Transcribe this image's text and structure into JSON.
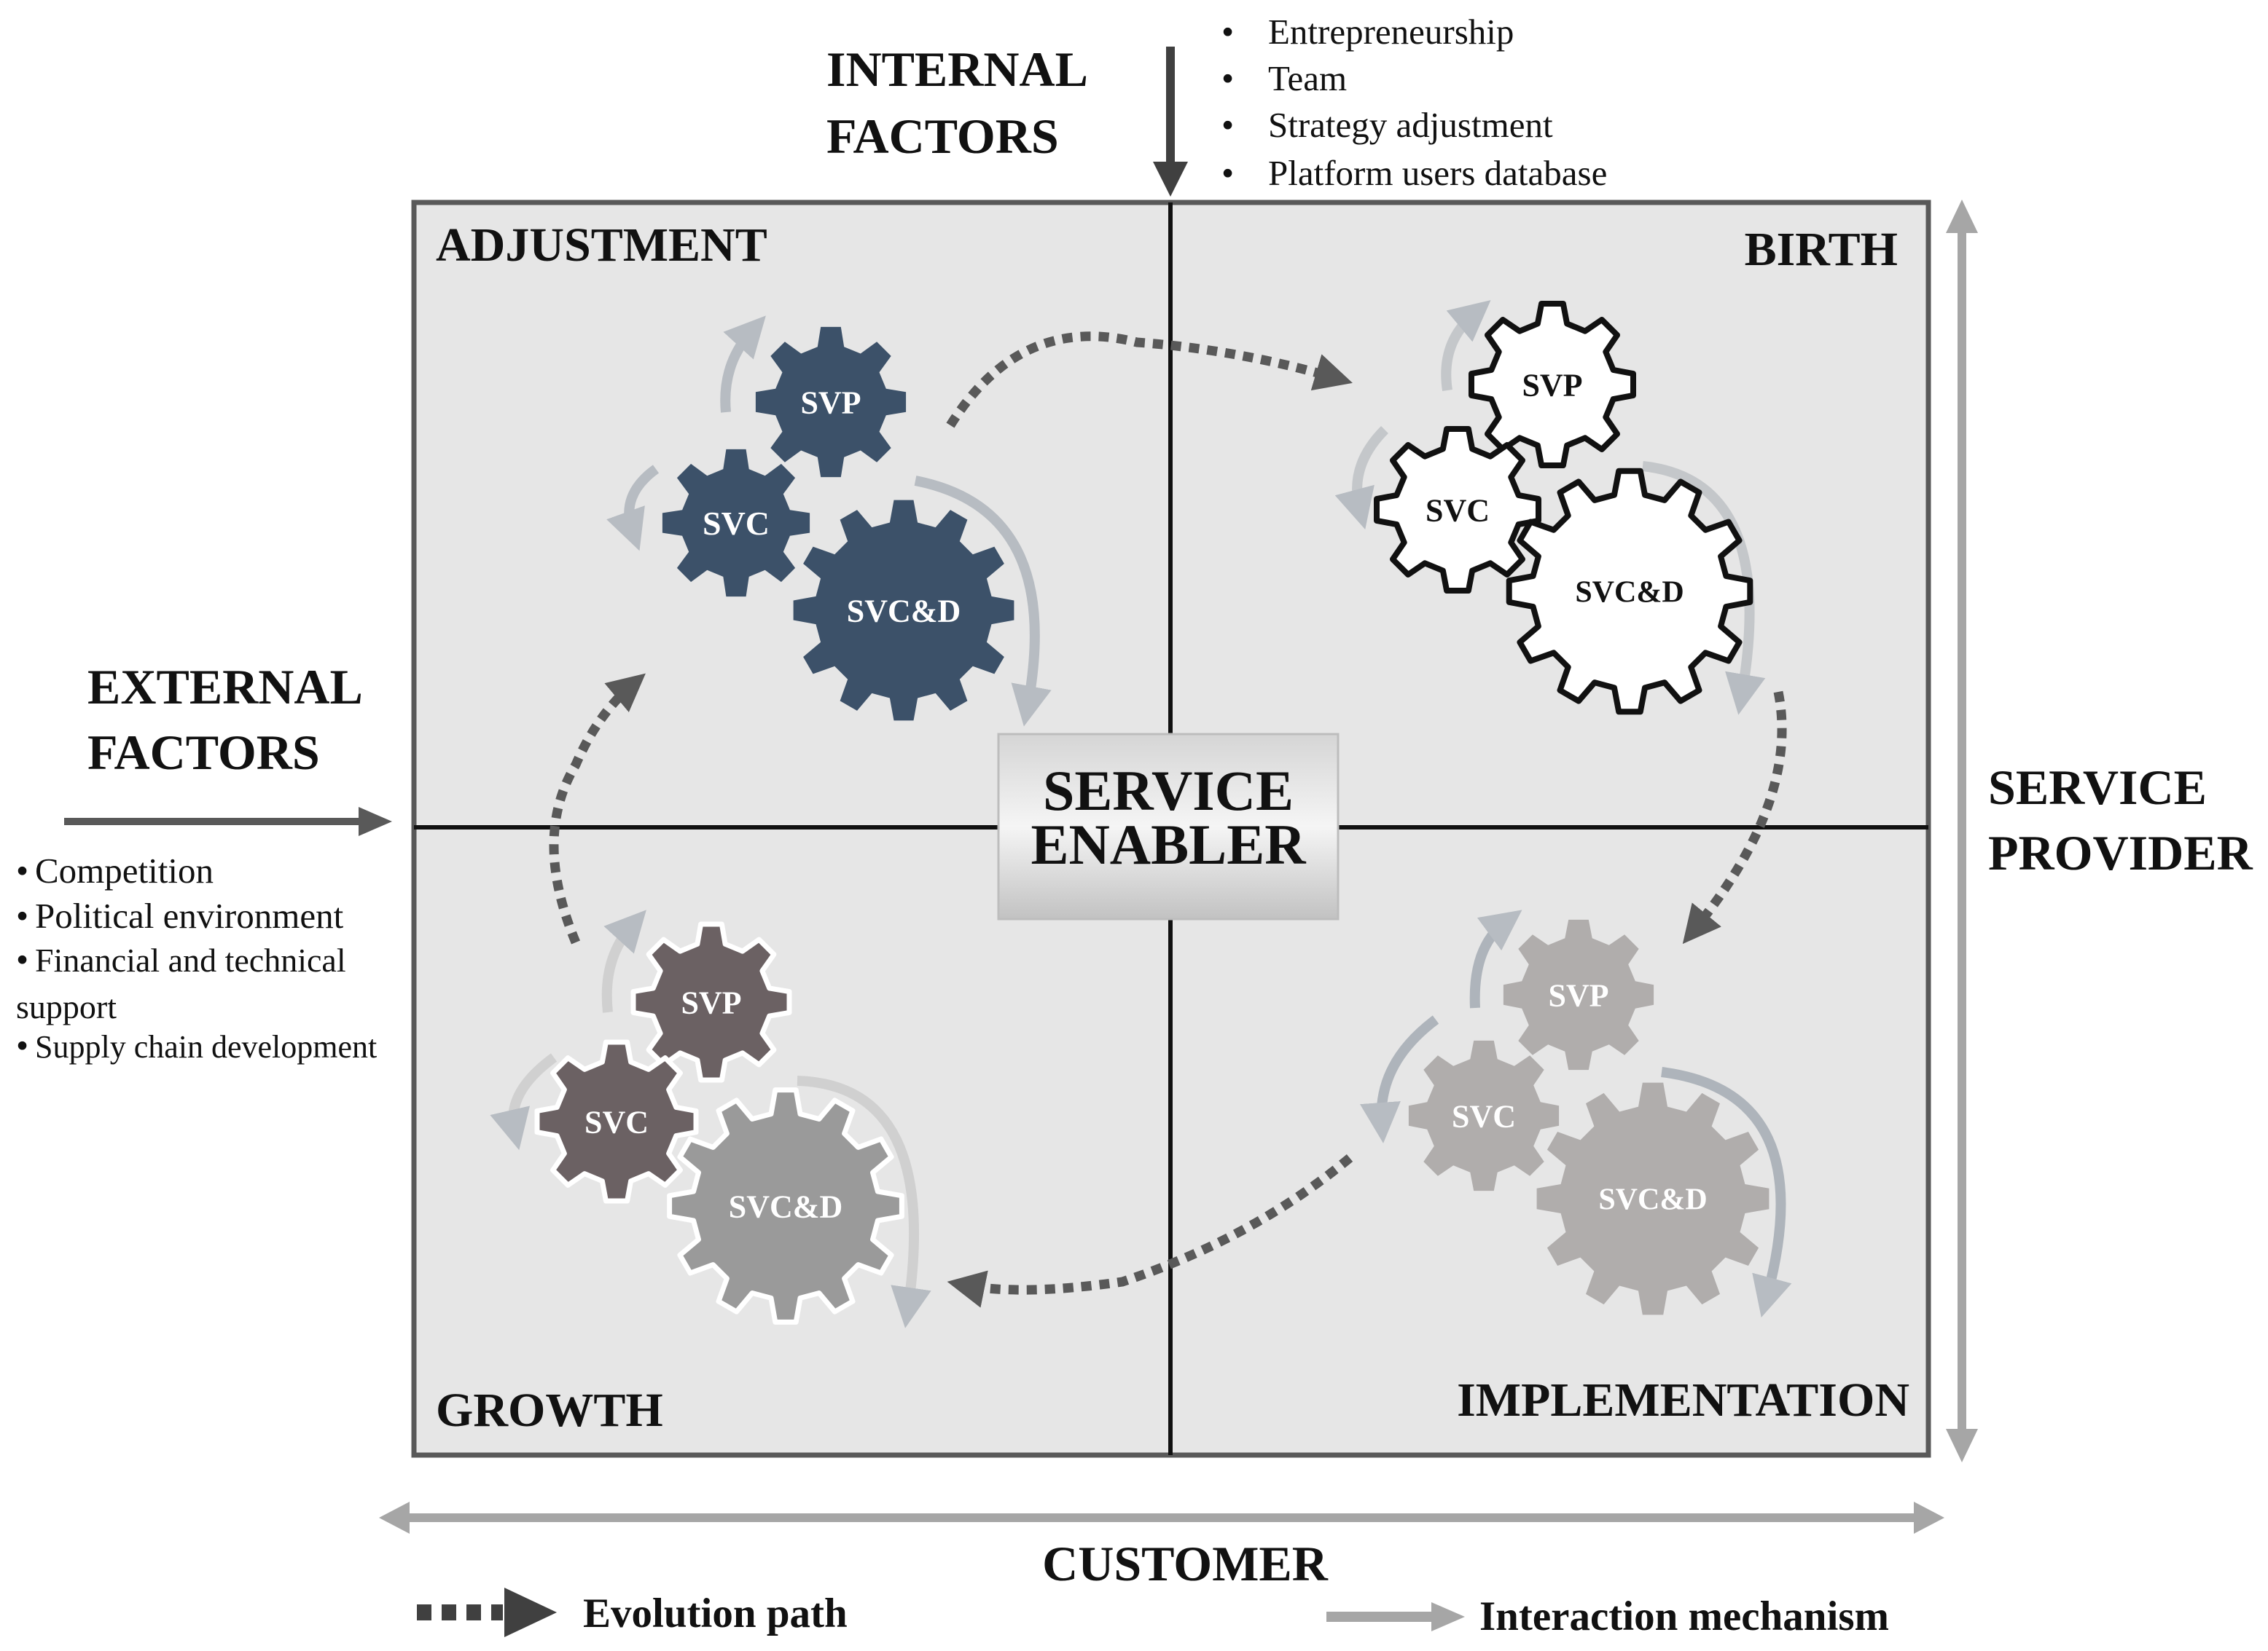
{
  "internal_factors": {
    "title_line1": "INTERNAL",
    "title_line2": "FACTORS",
    "bullets": [
      "Entrepreneurship",
      "Team",
      "Strategy adjustment",
      "Platform users database"
    ]
  },
  "external_factors": {
    "title_line1": "EXTERNAL",
    "title_line2": "FACTORS",
    "bullet_lines": [
      "Competition",
      "Political environment",
      "Financial and technical",
      "support",
      "Supply chain development"
    ]
  },
  "quadrants": {
    "adjustment": "ADJUSTMENT",
    "birth": "BIRTH",
    "growth": "GROWTH",
    "implementation": "IMPLEMENTATION"
  },
  "center": {
    "line1": "SERVICE",
    "line2": "ENABLER"
  },
  "axes": {
    "vertical_line1": "SERVICE",
    "vertical_line2": "PROVIDER",
    "horizontal": "CUSTOMER"
  },
  "gears": {
    "svp": "SVP",
    "svc": "SVC",
    "svcd": "SVC&D"
  },
  "legend": {
    "evolution": "Evolution path",
    "interaction": "Interaction mechanism"
  },
  "colors": {
    "adjustment_gear": "#3c5169",
    "birth_gear": "#ffffff",
    "growth_gear_dark": "#6b6163",
    "growth_gear_light": "#9a9a9a",
    "implementation_gear": "#b0adac",
    "quadrant_fill": "#e6e6e6",
    "arrow_gray": "#a6a6a6",
    "dotted_arrow": "#595959"
  }
}
